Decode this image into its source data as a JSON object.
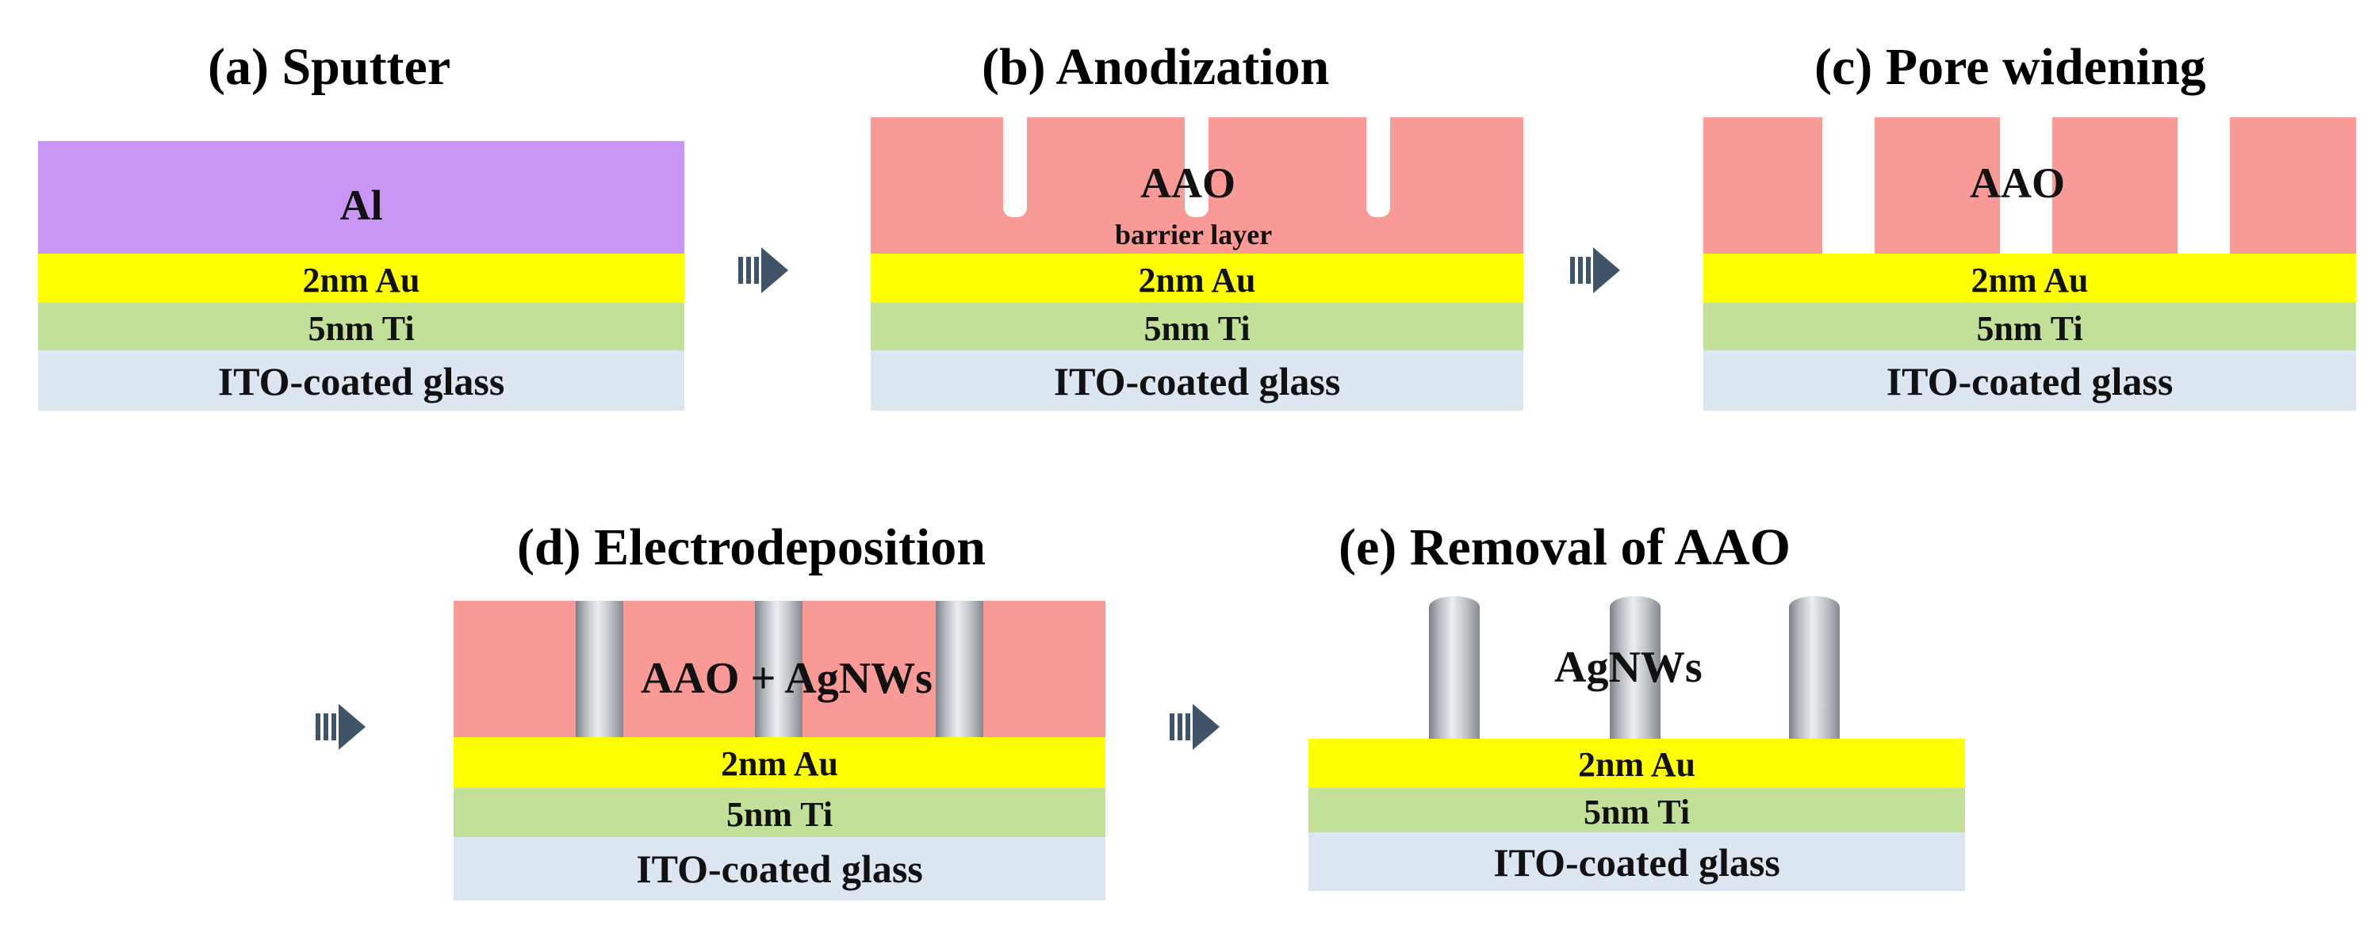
{
  "colors": {
    "al": "#c897f5",
    "aao": "#fa9a96",
    "au": "#ffff00",
    "ti": "#c2e098",
    "ito": "#dbe6f1",
    "arrow": "#3f5369",
    "rod_dark": "#7b7f86",
    "rod_light": "#eceef1"
  },
  "icons": [
    "process-arrow-icon"
  ],
  "panels": {
    "a": {
      "title": "(a) Sputter",
      "top_label": "Al",
      "au": "2nm Au",
      "ti": "5nm Ti",
      "ito": "ITO-coated glass"
    },
    "b": {
      "title": "(b) Anodization",
      "top_label": "AAO",
      "barrier": "barrier layer",
      "au": "2nm Au",
      "ti": "5nm Ti",
      "ito": "ITO-coated glass"
    },
    "c": {
      "title": "(c) Pore widening",
      "top_label": "AAO",
      "au": "2nm Au",
      "ti": "5nm Ti",
      "ito": "ITO-coated glass"
    },
    "d": {
      "title": "(d) Electrodeposition",
      "top_label": "AAO + AgNWs",
      "au": "2nm Au",
      "ti": "5nm Ti",
      "ito": "ITO-coated glass"
    },
    "e": {
      "title": "(e) Removal of  AAO",
      "top_label": "AgNWs",
      "au": "2nm Au",
      "ti": "5nm Ti",
      "ito": "ITO-coated glass"
    }
  }
}
